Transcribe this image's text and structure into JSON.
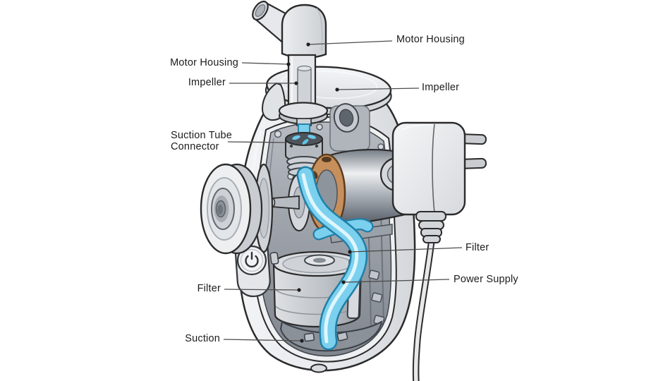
{
  "callouts": [
    {
      "id": "motor-housing-left",
      "text": "Motor Housing"
    },
    {
      "id": "impeller-left",
      "text": "Impeller"
    },
    {
      "id": "suction-tube-connector-left",
      "text": "Suction Tube\nConnector"
    },
    {
      "id": "filter-left",
      "text": "Filter"
    },
    {
      "id": "suction-left",
      "text": "Suction"
    },
    {
      "id": "motor-housing-right",
      "text": "Motor Housing"
    },
    {
      "id": "impeller-right",
      "text": "Impeller"
    },
    {
      "id": "filter-right",
      "text": "Filter"
    },
    {
      "id": "power-supply-right",
      "text": "Power Supply"
    }
  ],
  "colors": {
    "background": "#ffffff",
    "outline": "#2b2b2b",
    "shell": "#e9ebed",
    "interior": "#9aa0a8",
    "tube_blue": "#7bd0ee",
    "tube_blue_edge": "#2384ae",
    "copper": "#c68f5c",
    "label_text": "#1c1c1c",
    "leader_line": "#4d4d4d"
  }
}
